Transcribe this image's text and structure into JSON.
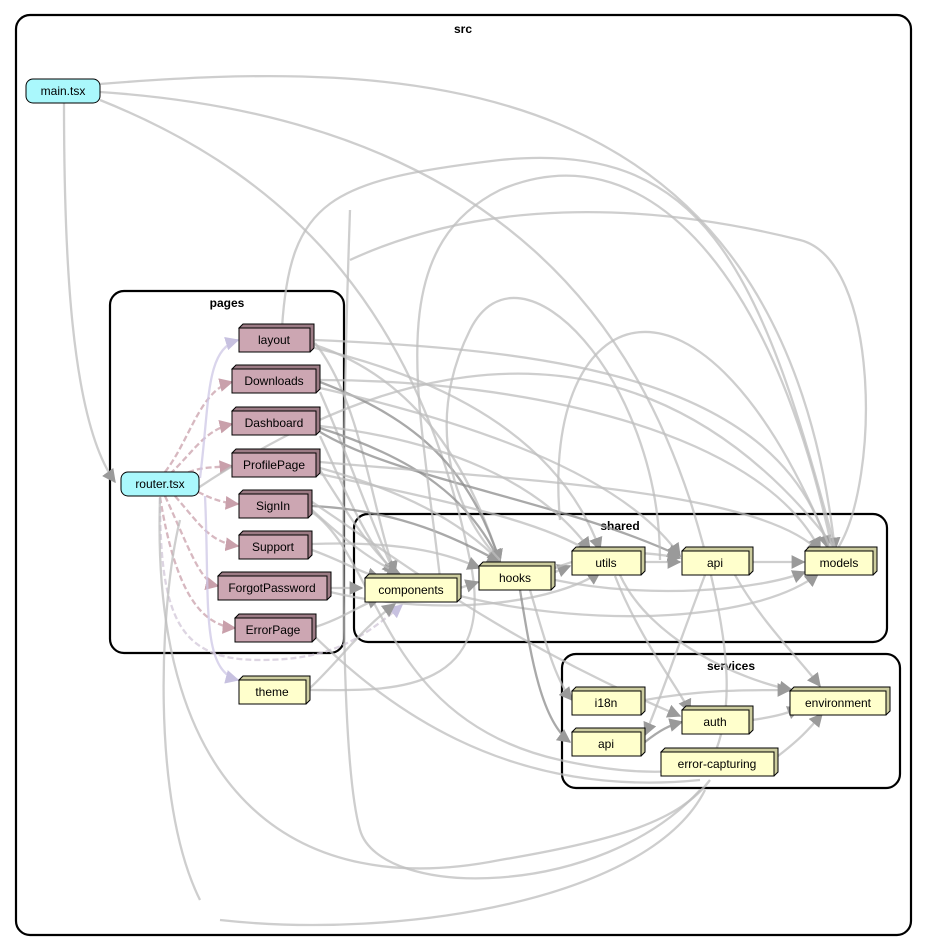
{
  "clusters": {
    "src": "src",
    "pages": "pages",
    "shared": "shared",
    "services": "services"
  },
  "nodes": {
    "main": "main.tsx",
    "router": "router.tsx",
    "layout": "layout",
    "downloads": "Downloads",
    "dashboard": "Dashboard",
    "profile": "ProfilePage",
    "signin": "SignIn",
    "support": "Support",
    "forgot": "ForgotPassword",
    "errorpage": "ErrorPage",
    "theme": "theme",
    "components": "components",
    "hooks": "hooks",
    "utils": "utils",
    "shared_api": "api",
    "models": "models",
    "i18n": "i18n",
    "services_api": "api",
    "auth": "auth",
    "environment": "environment",
    "error_capturing": "error-capturing"
  },
  "colors": {
    "entry_fill": "#aaf8fc",
    "page_fill": "#cca6b2",
    "module_fill": "#ffffcc",
    "edge": "#bdbdbd",
    "router_edge": "#c9a0ab"
  }
}
